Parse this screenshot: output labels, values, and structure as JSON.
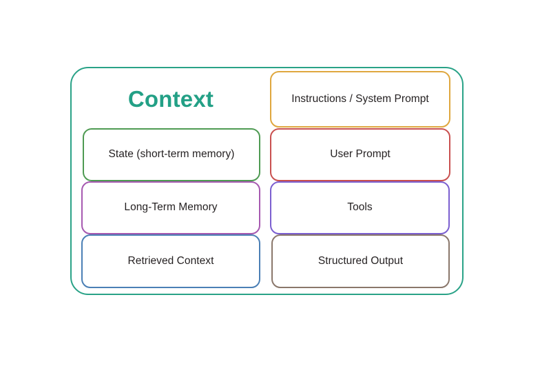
{
  "diagram": {
    "title": "Context",
    "container_name": "context-container",
    "colors": {
      "container_border": "#29a287",
      "title_text": "#23a086",
      "label_text": "#231f20",
      "background": "#ffffff"
    },
    "nodes": [
      {
        "id": "instructions-system-prompt",
        "label": "Instructions / System Prompt",
        "color": "#dfa73e",
        "column": "right",
        "row": 1
      },
      {
        "id": "state-short-term-memory",
        "label": "State (short-term memory)",
        "color": "#4e9a52",
        "column": "left",
        "row": 2
      },
      {
        "id": "user-prompt",
        "label": "User Prompt",
        "color": "#c9504f",
        "column": "right",
        "row": 2
      },
      {
        "id": "long-term-memory",
        "label": "Long-Term Memory",
        "color": "#a659b0",
        "column": "left",
        "row": 3
      },
      {
        "id": "tools",
        "label": "Tools",
        "color": "#7b5fd0",
        "column": "right",
        "row": 3
      },
      {
        "id": "retrieved-context",
        "label": "Retrieved Context",
        "color": "#4a7fb5",
        "column": "left",
        "row": 4
      },
      {
        "id": "structured-output",
        "label": "Structured Output",
        "color": "#8a776b",
        "column": "right",
        "row": 4
      }
    ]
  }
}
